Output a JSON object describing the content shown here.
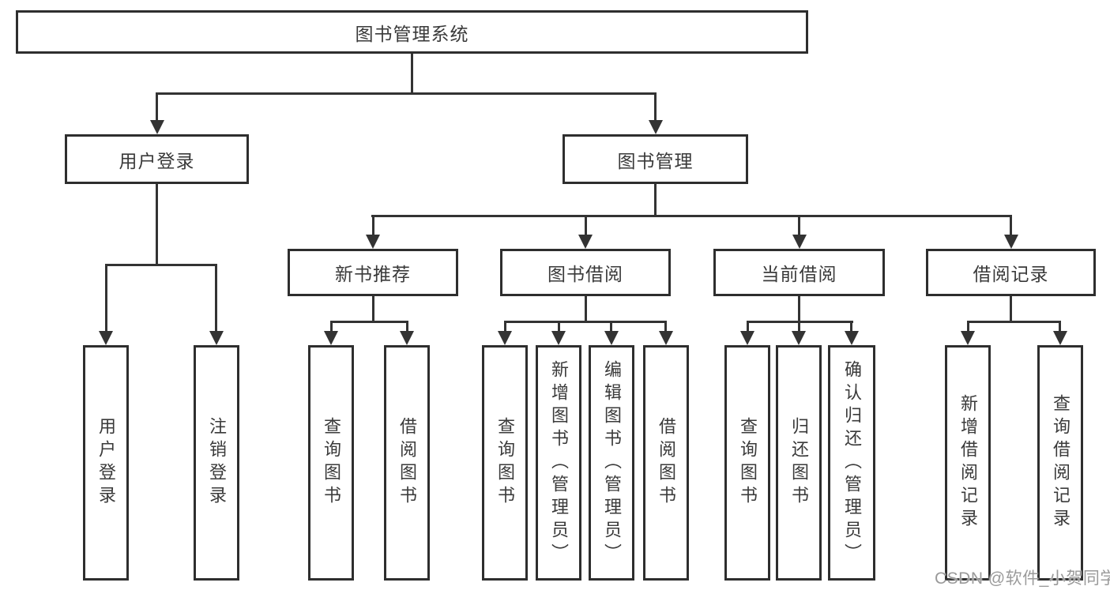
{
  "diagram": {
    "root": {
      "label": "图书管理系统"
    },
    "branches": [
      {
        "label": "用户登录",
        "children": [
          {
            "label": "用户登录"
          },
          {
            "label": "注销登录"
          }
        ]
      },
      {
        "label": "图书管理",
        "children": [
          {
            "label": "新书推荐",
            "children": [
              {
                "label": "查询图书"
              },
              {
                "label": "借阅图书"
              }
            ]
          },
          {
            "label": "图书借阅",
            "children": [
              {
                "label": "查询图书"
              },
              {
                "label": "新增图书（管理员）"
              },
              {
                "label": "编辑图书（管理员）"
              },
              {
                "label": "借阅图书"
              }
            ]
          },
          {
            "label": "当前借阅",
            "children": [
              {
                "label": "查询图书"
              },
              {
                "label": "归还图书"
              },
              {
                "label": "确认归还（管理员）"
              }
            ]
          },
          {
            "label": "借阅记录",
            "children": [
              {
                "label": "新增借阅记录"
              },
              {
                "label": "查询借阅记录"
              }
            ]
          }
        ]
      }
    ]
  },
  "watermark": {
    "text": "CSDN @软件_小贺同学"
  },
  "colors": {
    "line": "#333333",
    "box_border": "#2e2e2e",
    "text": "#3a3a3a",
    "background": "#ffffff",
    "watermark": "#9a9a9a"
  }
}
